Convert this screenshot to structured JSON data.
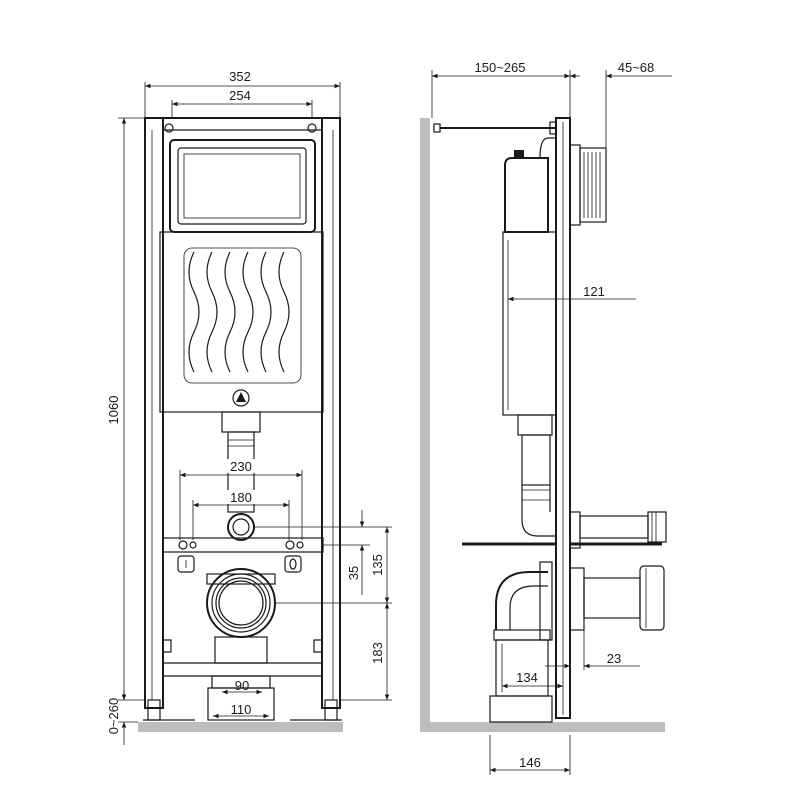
{
  "front_view": {
    "overall_width": "352",
    "frame_inner_width": "254",
    "total_height": "1060",
    "outlet_spacing_wide": "230",
    "outlet_spacing_narrow": "180",
    "dim_35": "35",
    "dim_135": "135",
    "drain_height": "183",
    "foot_adjust": "0~260",
    "bottom_opening": "90",
    "bottom_width": "110"
  },
  "side_view": {
    "depth_range": "150~265",
    "flush_plate_depth": "45~68",
    "cistern_offset": "121",
    "drain_offset": "134",
    "connector_offset": "23",
    "base_width": "146"
  }
}
